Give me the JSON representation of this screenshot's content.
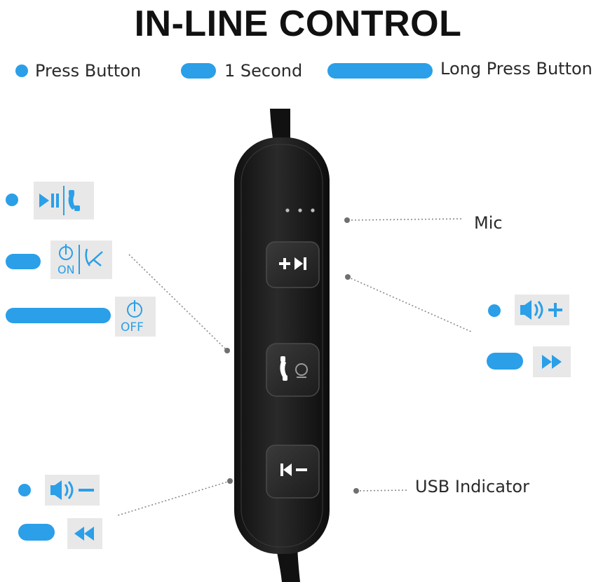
{
  "title": "IN-LINE CONTROL",
  "colors": {
    "accent": "#2b9fe8",
    "device": "#1e1e1e",
    "button": "#2c2c2c",
    "tile": "#e8e8e8",
    "leader": "#8a8a8a"
  },
  "legend": {
    "press": "Press Button",
    "one_second": "1 Second",
    "long_press": "Long Press Button"
  },
  "callouts": {
    "mic": "Mic",
    "usb": "USB Indicator"
  },
  "tile_text": {
    "on": "ON",
    "off": "OFF"
  },
  "icons": {
    "play_pause": "play-pause-icon",
    "call": "phone-icon",
    "power": "power-icon",
    "reject_call": "phone-hangup-icon",
    "volume_up": "volume-up-icon",
    "volume_down": "volume-down-icon",
    "next": "next-track-icon",
    "previous": "previous-track-icon"
  },
  "device_buttons": {
    "top": "+▶▎",
    "bottom": "▎◀−"
  }
}
